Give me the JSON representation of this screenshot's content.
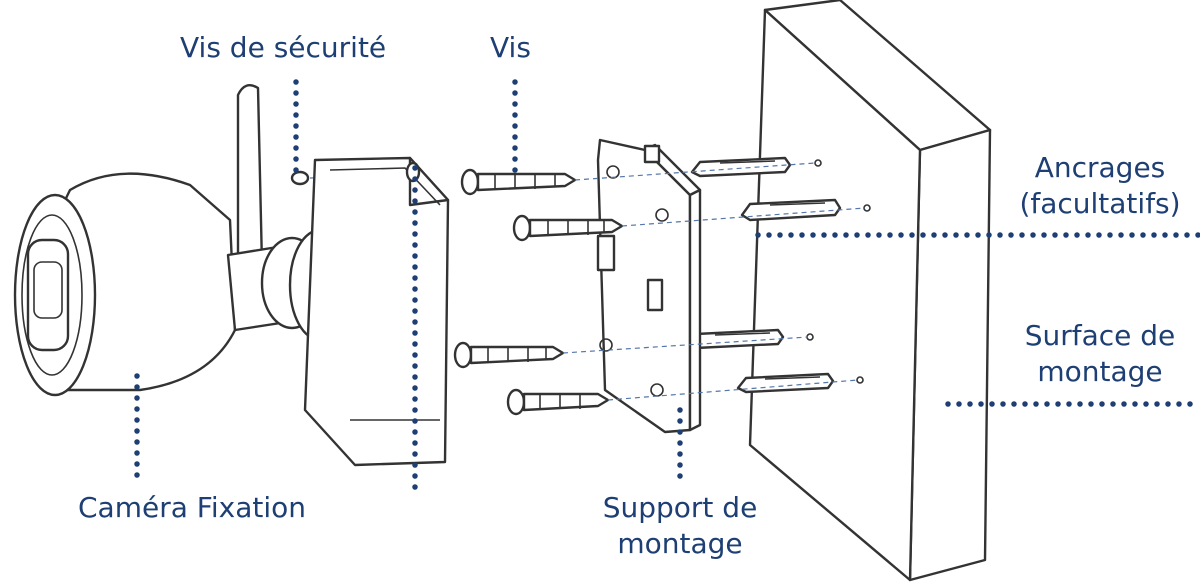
{
  "labels": {
    "security_screw": "Vis de sécurité",
    "screws": "Vis",
    "anchors_line1": "Ancrages",
    "anchors_line2": "(facultatifs)",
    "surface_line1": "Surface de",
    "surface_line2": "montage",
    "bracket_line1": "Support de",
    "bracket_line2": "montage",
    "camera": "Caméra Fixation"
  },
  "colors": {
    "label": "#1e3f73",
    "leader_dots": "#1e3f73",
    "outline": "#333333"
  }
}
